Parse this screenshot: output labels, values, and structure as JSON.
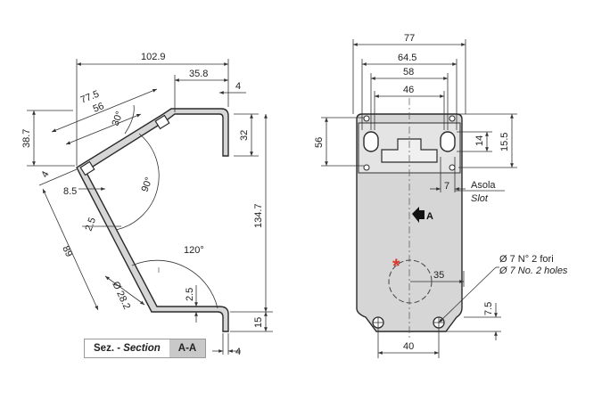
{
  "side_view": {
    "dims": {
      "d_102_9": "102.9",
      "d_35_8": "35.8",
      "d_4_top": "4",
      "d_77_5": "77.5",
      "d_56": "56",
      "d_30deg": "30°",
      "d_38_7": "38.7",
      "d_4_left": "4",
      "d_8_5": "8.5",
      "d_90deg": "90°",
      "d_32": "32",
      "d_134_7": "134.7",
      "d_2_5_upper": "2.5",
      "d_89": "89",
      "d_120deg": "120°",
      "d_28_2": "Ø 28.2",
      "d_2_5_lower": "2.5",
      "d_15": "15",
      "d_4_bottom": "4"
    },
    "caption": {
      "main": "Sez. - ",
      "main_italic": "Section",
      "tag": "A-A"
    }
  },
  "front_view": {
    "dims": {
      "d_77": "77",
      "d_64_5": "64.5",
      "d_58": "58",
      "d_46": "46",
      "d_56": "56",
      "d_14": "14",
      "d_15_5": "15.5",
      "d_7": "7",
      "d_35": "35",
      "d_7_5": "7.5",
      "d_40": "40"
    },
    "slot_label_it": "Asola",
    "slot_label_en": "Slot",
    "section_marker": "A",
    "holes_label_it": "Ø 7 N° 2 fori",
    "holes_label_en": "Ø 7 No. 2 holes",
    "asterisk": "*"
  },
  "colors": {
    "part_fill": "#d6d6d6",
    "asterisk": "#d93a2b"
  }
}
